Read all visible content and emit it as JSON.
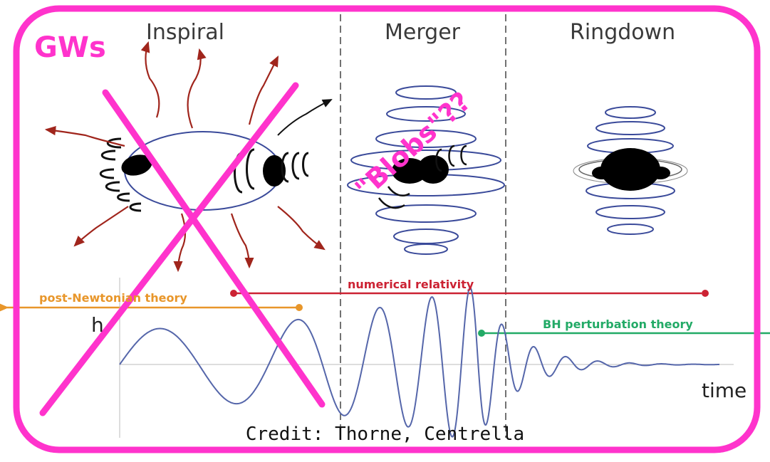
{
  "phases": {
    "inspiral": "Inspiral",
    "merger": "Merger",
    "ringdown": "Ringdown"
  },
  "theories": {
    "post_newtonian": "post-Newtonian theory",
    "numerical_relativity": "numerical relativity",
    "bh_perturbation": "BH perturbation theory"
  },
  "axes": {
    "y_label": "h",
    "x_label": "time"
  },
  "annotations": {
    "gws": "GWs",
    "blobs": "\"Blobs\"??"
  },
  "credit": "Credit: Thorne, Centrella",
  "colors": {
    "annotation": "#ff33cc",
    "wave": "#5566aa",
    "post_newtonian": "#e8962a",
    "numerical_relativity": "#cc2233",
    "bh_perturbation": "#22aa66",
    "emission_arrow": "#a0251c"
  }
}
